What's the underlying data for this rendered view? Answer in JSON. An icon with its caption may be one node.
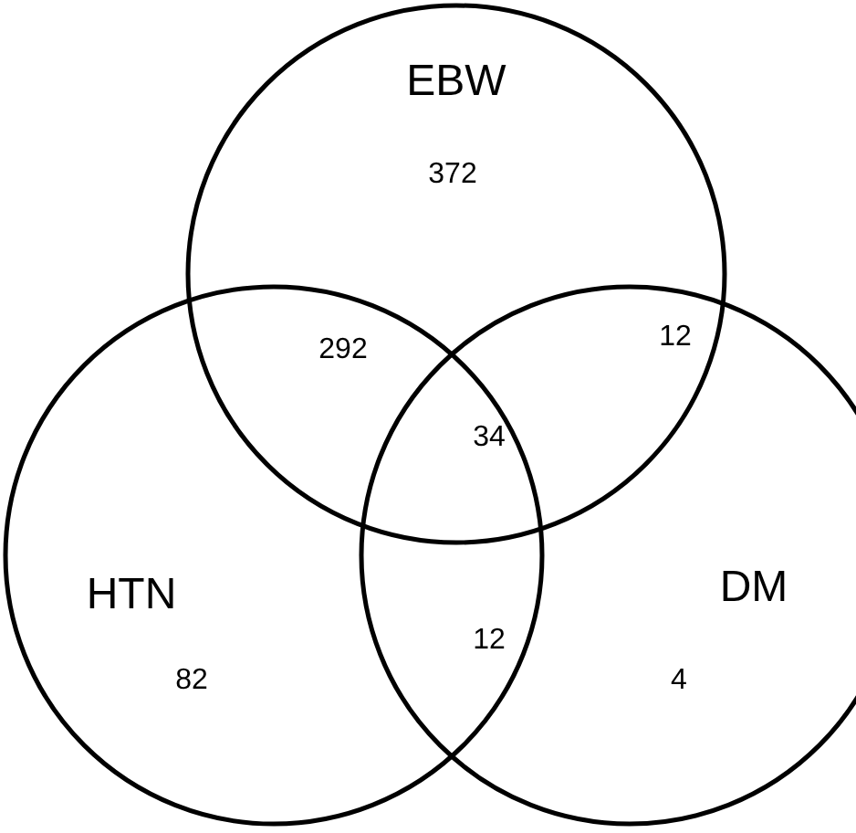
{
  "diagram": {
    "nodes": [
      {
        "text": [
          "EBW"
        ]
      },
      {
        "text": [
          "HTN"
        ]
      },
      {
        "text": [
          "DM"
        ]
      }
    ],
    "labels": [
      "372",
      "292",
      "12",
      "34",
      "12",
      "82",
      "4"
    ]
  }
}
